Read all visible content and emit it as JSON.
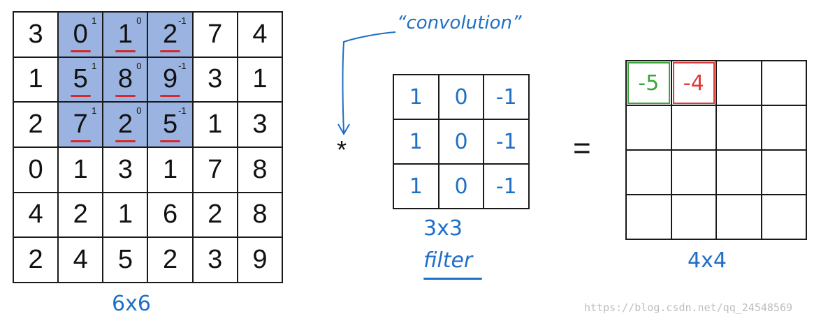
{
  "input": {
    "rows": [
      [
        "3",
        "0",
        "1",
        "2",
        "7",
        "4"
      ],
      [
        "1",
        "5",
        "8",
        "9",
        "3",
        "1"
      ],
      [
        "2",
        "7",
        "2",
        "5",
        "1",
        "3"
      ],
      [
        "0",
        "1",
        "3",
        "1",
        "7",
        "8"
      ],
      [
        "4",
        "2",
        "1",
        "6",
        "2",
        "8"
      ],
      [
        "2",
        "4",
        "5",
        "2",
        "3",
        "9"
      ]
    ],
    "weights": [
      [
        "1",
        "0",
        "-1"
      ],
      [
        "1",
        "0",
        "-1"
      ],
      [
        "1",
        "0",
        "-1"
      ]
    ],
    "size_label": "6x6"
  },
  "operator": "*",
  "convolution_label": "“convolution”",
  "filter": {
    "rows": [
      [
        "1",
        "0",
        "-1"
      ],
      [
        "1",
        "0",
        "-1"
      ],
      [
        "1",
        "0",
        "-1"
      ]
    ],
    "size_label": "3x3",
    "name_label": "filter"
  },
  "equals": "=",
  "output": {
    "values": [
      "-5",
      "-4"
    ],
    "size_label": "4x4"
  },
  "watermark": "https://blog.csdn.net/qq_24548569",
  "colors": {
    "highlight": "#9bb3e0",
    "ink_blue": "#1f6fc6",
    "underline_red": "#d42a2a",
    "green_box": "#3aa63a",
    "red_box": "#e03a3a"
  }
}
